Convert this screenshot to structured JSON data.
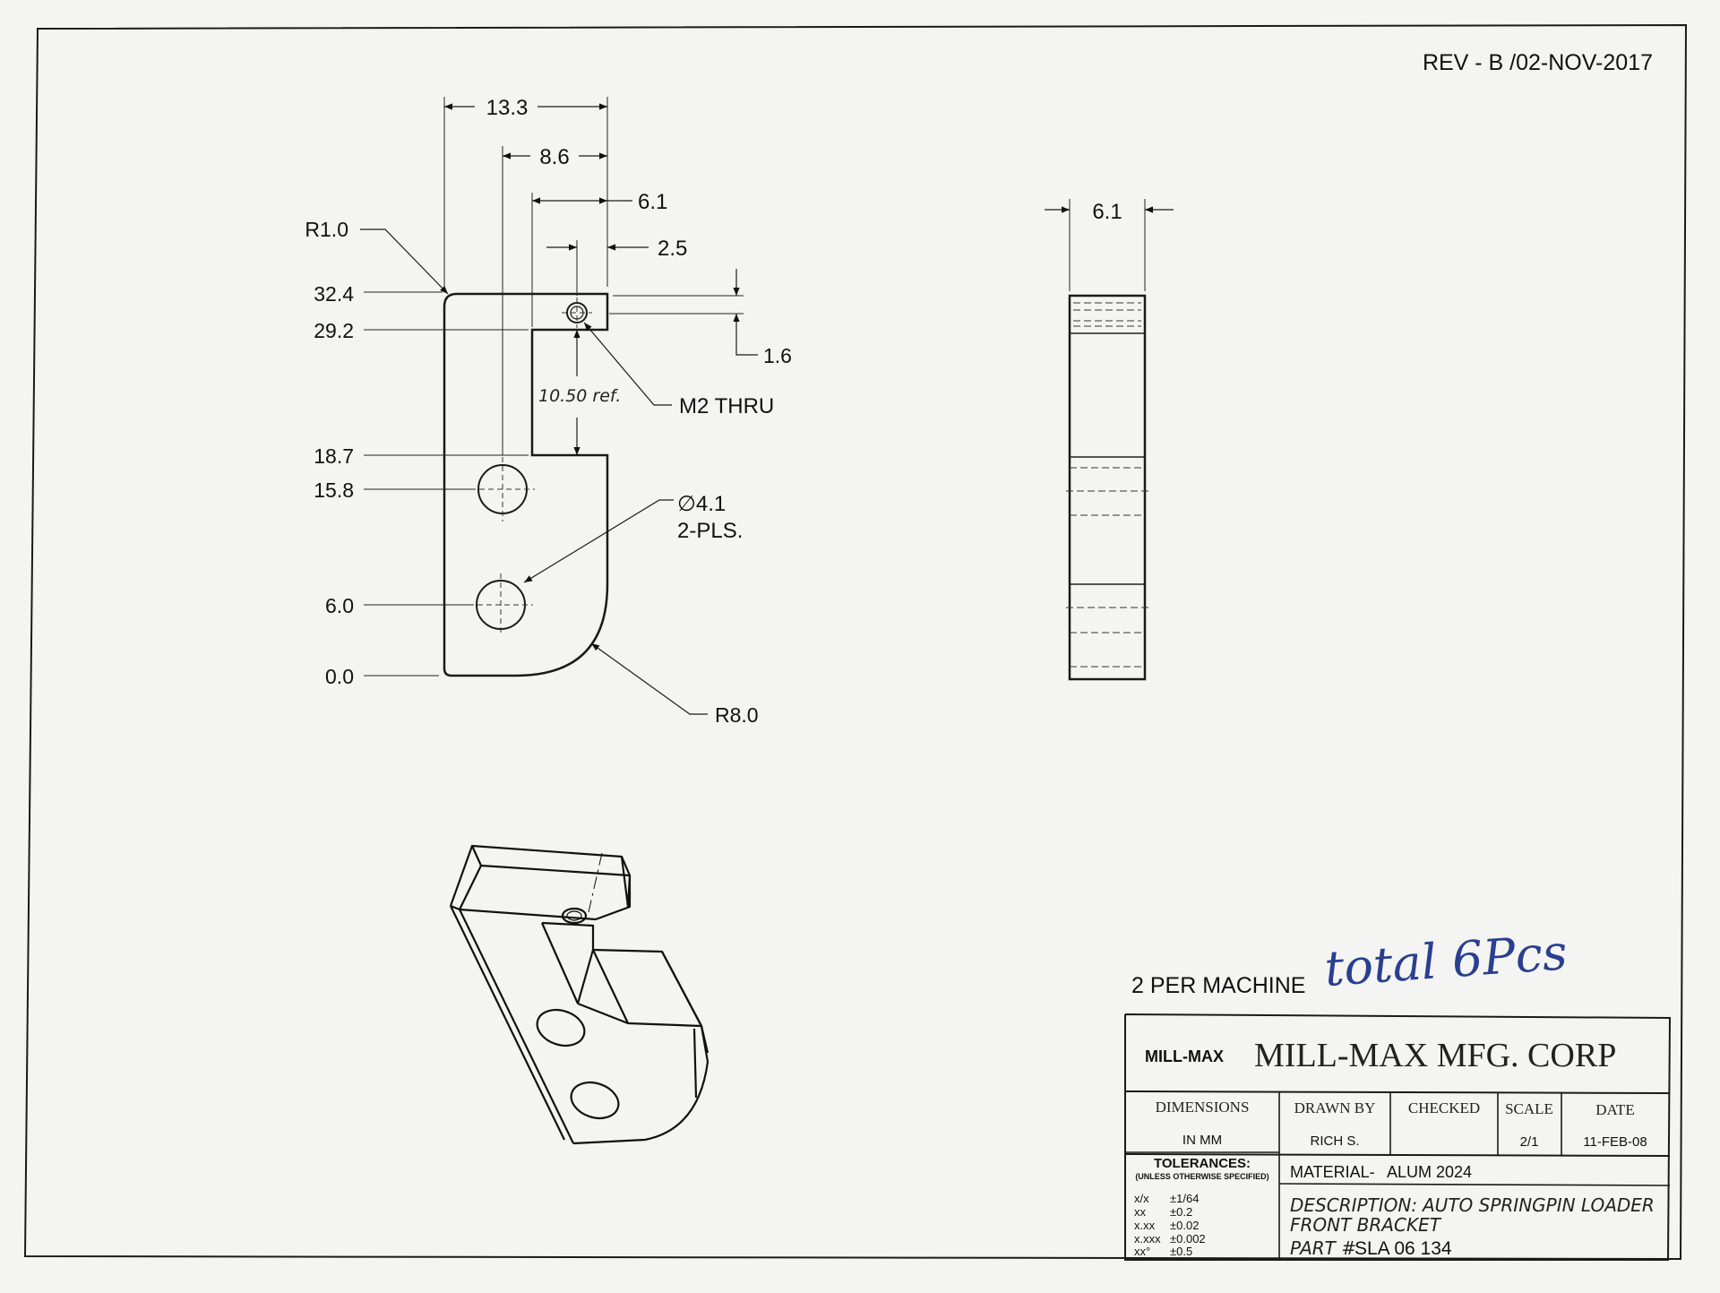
{
  "revision": "REV - B /02-NOV-2017",
  "front_view": {
    "dims_horizontal": [
      "13.3",
      "8.6",
      "6.1",
      "2.5"
    ],
    "dims_vertical": [
      "32.4",
      "29.2",
      "18.7",
      "15.8",
      "6.0",
      "0.0"
    ],
    "radius_top": "R1.0",
    "radius_bottom": "R8.0",
    "slot_depth": "1.6",
    "slot_ref": "10.50 ref.",
    "thread_callout": "M2 THRU",
    "hole_dia": "∅4.1",
    "hole_count": "2-PLS."
  },
  "side_view": {
    "thickness": "6.1"
  },
  "quantity_note": "2 PER MACHINE",
  "handwritten_note": "total 6Pcs",
  "title_block": {
    "logo": "MILL-MAX",
    "company": "MILL-MAX MFG. CORP",
    "dimensions_label": "DIMENSIONS",
    "dimensions_value": "IN MM",
    "drawn_by_label": "DRAWN BY",
    "drawn_by_value": "RICH S.",
    "checked_label": "CHECKED",
    "checked_value": "",
    "scale_label": "SCALE",
    "scale_value": "2/1",
    "date_label": "DATE",
    "date_value": "11-FEB-08",
    "tolerances_title": "TOLERANCES:",
    "tolerances_sub": "(UNLESS OTHERWISE SPECIFIED)",
    "tolerances": [
      {
        "format": "x/x",
        "value": "±1/64"
      },
      {
        "format": "xx",
        "value": "±0.2"
      },
      {
        "format": "x.xx",
        "value": "±0.02"
      },
      {
        "format": "x.xxx",
        "value": "±0.002"
      },
      {
        "format": "xx°",
        "value": "±0.5"
      }
    ],
    "material_label": "MATERIAL-",
    "material_value": "ALUM 2024",
    "description_label": "DESCRIPTION:",
    "description_line1": "AUTO SPRINGPIN LOADER",
    "description_line2": "FRONT BRACKET",
    "part_label": "PART #",
    "part_value": "SLA 06 134"
  }
}
